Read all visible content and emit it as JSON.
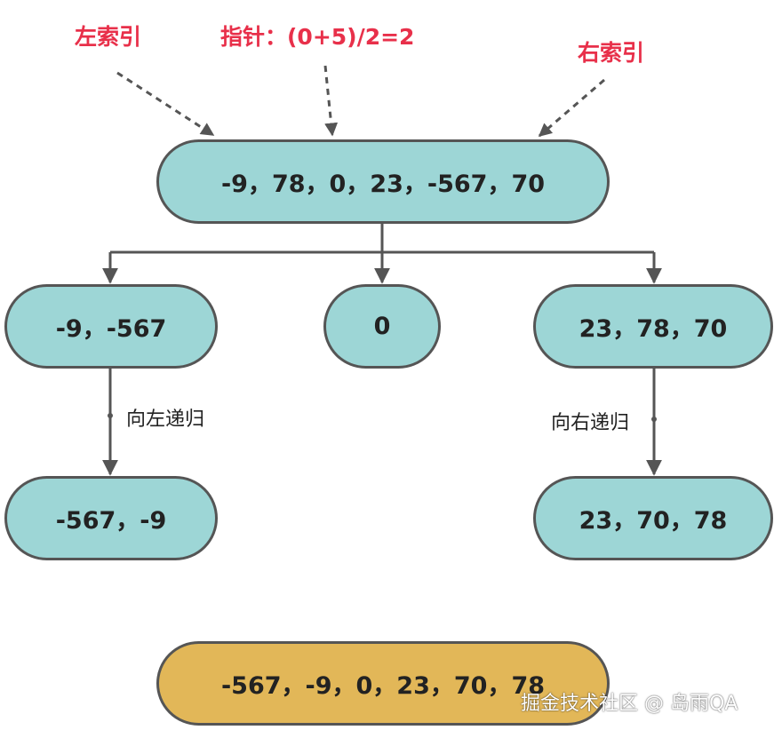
{
  "pointer_labels": {
    "left_index": "左索引",
    "pointer": "指针：(0+5)/2=2",
    "right_index": "右索引"
  },
  "nodes": {
    "root": "-9，78，0，23，-567，70",
    "left": "-9，-567",
    "middle": "0",
    "right": "23，78，70",
    "left_sorted": "-567，-9",
    "right_sorted": "23，70，78",
    "result": "-567，-9，0，23，70，78"
  },
  "edge_labels": {
    "recurse_left": "向左递归",
    "recurse_right": "向右递归"
  },
  "watermark": "掘金技术社区 @ 岛雨QA",
  "colors": {
    "node_fill": "#9dd6d6",
    "result_fill": "#e2b758",
    "border": "#555555",
    "pointer_label": "#e8304a"
  }
}
